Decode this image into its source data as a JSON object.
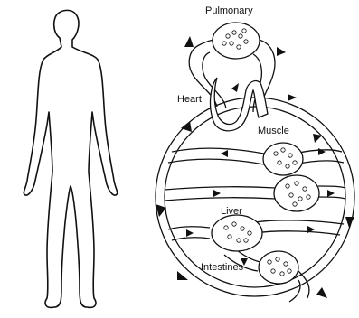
{
  "labels": {
    "pulmonary": "Pulmonary",
    "heart": "Heart",
    "muscle": "Muscle",
    "liver": "Liver",
    "intestines": "Intestines"
  }
}
